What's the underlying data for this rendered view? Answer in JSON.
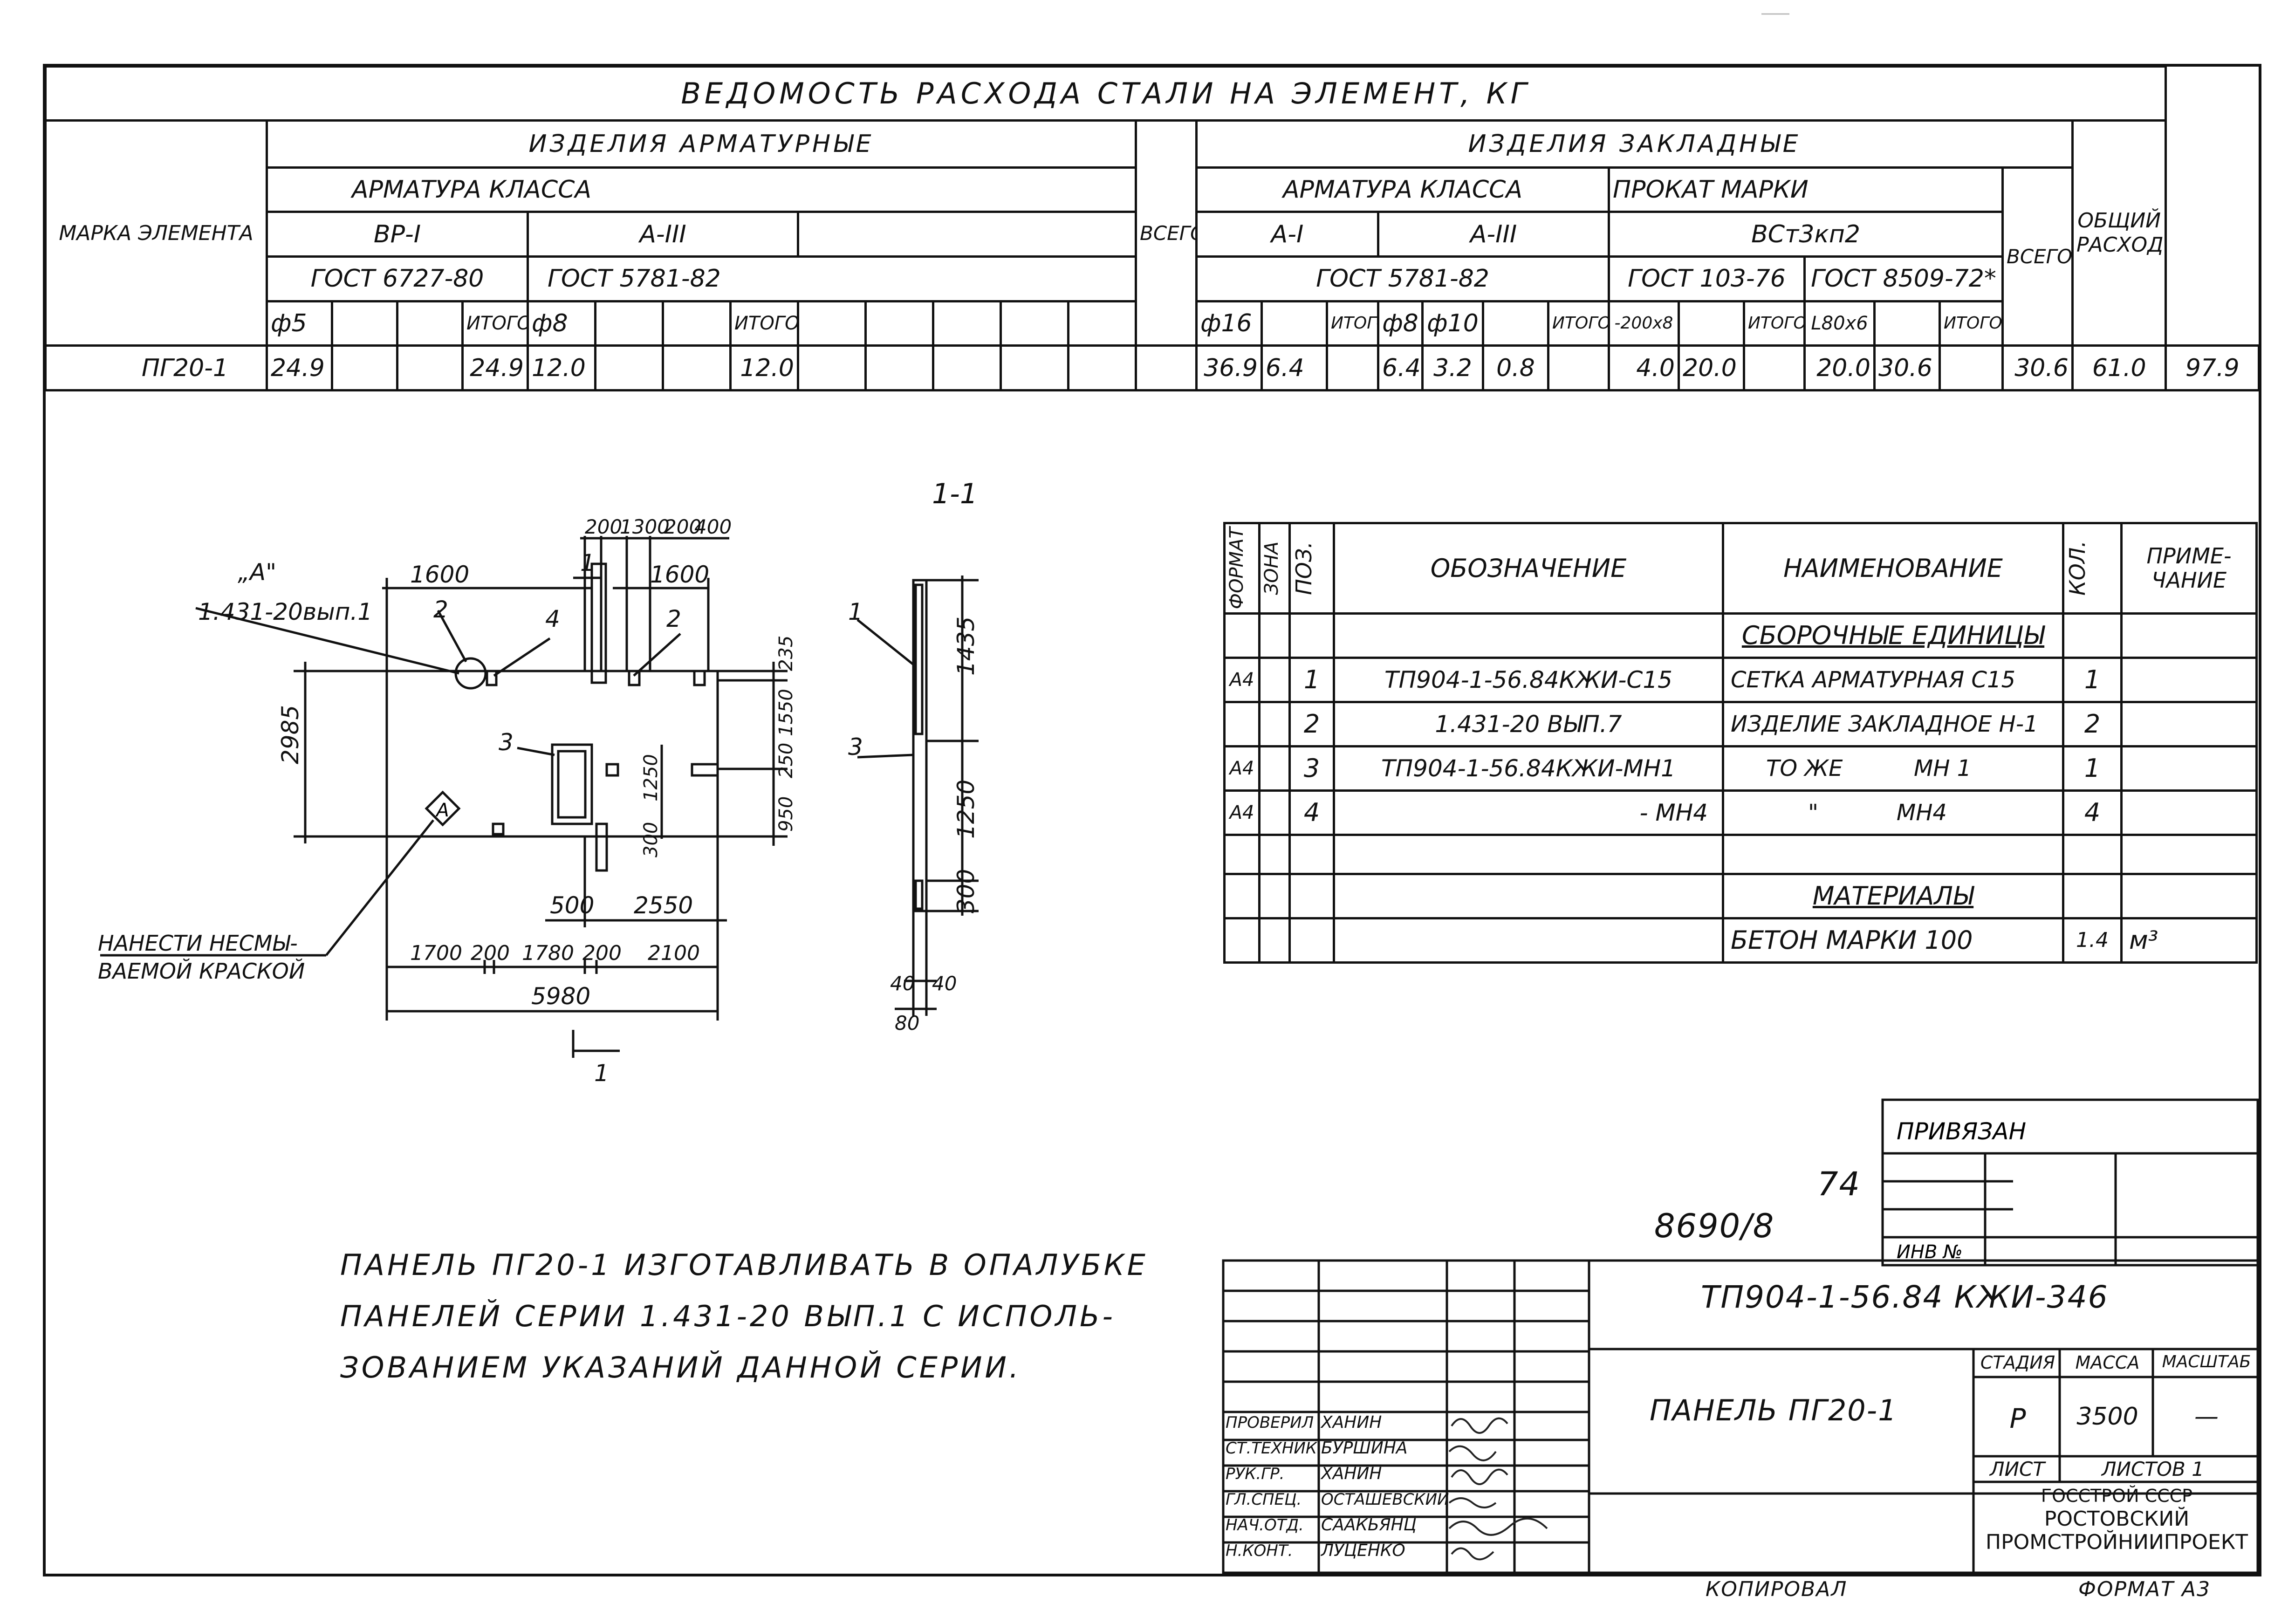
{
  "steel_table": {
    "title": "ВЕДОМОСТЬ РАСХОДА СТАЛИ НА ЭЛЕМЕНТ, КГ",
    "col_mark": "МАРКА ЭЛЕМЕНТА",
    "rebar_products": "ИЗДЕЛИЯ АРМАТУРНЫЕ",
    "embedded_products": "ИЗДЕЛИЯ ЗАКЛАДНЫЕ",
    "rebar_class": "АРМАТУРА КЛАССА",
    "rebar_class2": "АРМАТУРА КЛАССА",
    "rolled": "ПРОКАТ МАРКИ",
    "total": "ВСЕГО",
    "total2": "ВСЕГО",
    "general": "ОБЩИЙ РАСХОД",
    "bp1": "ВР-I",
    "a3": "А-III",
    "a1": "А-I",
    "a3b": "А-III",
    "vst": "ВСт3кп2",
    "gost1": "ГОСТ 6727-80",
    "gost2": "ГОСТ 5781-82",
    "gost3": "ГОСТ 5781-82",
    "gost4": "ГОСТ 103-76",
    "gost5": "ГОСТ 8509-72*",
    "h": [
      "ф5",
      "",
      "",
      "ИТОГО",
      "ф8",
      "",
      "",
      "ИТОГО",
      "",
      "",
      "",
      "",
      "",
      "",
      "",
      "ф16",
      "",
      "ИТОГО",
      "ф8",
      "ф10",
      "",
      "ИТОГО",
      "-200х8",
      "",
      "ИТОГО",
      "L80х6",
      "",
      "ИТОГО"
    ],
    "row_mark": "ПГ20-1",
    "row": [
      "24.9",
      "",
      "",
      "24.9",
      "12.0",
      "",
      "",
      "12.0",
      "",
      "",
      "",
      "",
      "",
      "",
      "36.9",
      "6.4",
      "",
      "6.4",
      "3.2",
      "0.8",
      "",
      "4.0",
      "20.0",
      "",
      "20.0",
      "30.6",
      "",
      "30.6",
      "61.0",
      "97.9"
    ]
  },
  "drawing": {
    "section_label": "1-1",
    "detail_a": "„А\"",
    "detail_ref": "1.431-20вып.1",
    "paint_note_1": "НАНЕСТИ НЕСМЫ-",
    "paint_note_2": "ВАЕМОЙ КРАСКОЙ",
    "dims_top": [
      "200",
      "1300",
      "200",
      "400"
    ],
    "dim_1600a": "1600",
    "dim_1600b": "1600",
    "dim_2985": "2985",
    "dim_235": "235",
    "dim_1550": "1550",
    "dim_250": "250",
    "dim_950": "950",
    "dim_1250": "1250",
    "dim_300": "300",
    "dim_500": "500",
    "dim_2550": "2550",
    "dims_bottom": [
      "1700",
      "200",
      "1780",
      "200",
      "2100"
    ],
    "dim_5980": "5980",
    "side_1435": "1435",
    "side_1250": "1250",
    "side_300": "300",
    "side_40a": "40",
    "side_40b": "40",
    "side_80": "80",
    "cut_mark": "1",
    "pos": [
      "1",
      "2",
      "3",
      "4"
    ],
    "marker_a": "А"
  },
  "spec": {
    "h_format": "ФОРМАТ",
    "h_zone": "ЗОНА",
    "h_pos": "ПОЗ.",
    "h_desig": "ОБОЗНАЧЕНИЕ",
    "h_name": "НАИМЕНОВАНИЕ",
    "h_qty": "КОЛ.",
    "h_note": "ПРИМЕ-ЧАНИЕ",
    "section1": "СБОРОЧНЫЕ ЕДИНИЦЫ",
    "rows": [
      {
        "f": "А4",
        "p": "1",
        "d": "ТП904-1-56.84КЖИ-С15",
        "n": "СЕТКА АРМАТУРНАЯ С15",
        "q": "1"
      },
      {
        "f": "",
        "p": "2",
        "d": "1.431-20 ВЫП.7",
        "n": "ИЗДЕЛИЕ ЗАКЛАДНОЕ Н-1",
        "q": "2"
      },
      {
        "f": "А4",
        "p": "3",
        "d": "ТП904-1-56.84КЖИ-МН1",
        "n": "ТО ЖЕ          МН 1",
        "q": "1"
      },
      {
        "f": "А4",
        "p": "4",
        "d": "- МН4",
        "n": "\"           МН4",
        "q": "4"
      }
    ],
    "section2": "МАТЕРИАЛЫ",
    "mat_name": "БЕТОН МАРКИ 100",
    "mat_qty": "1.4",
    "mat_unit": "м³"
  },
  "note": {
    "l1": "ПАНЕЛЬ ПГ20-1 ИЗГОТАВЛИВАТЬ В ОПАЛУБКЕ",
    "l2": "ПАНЕЛЕЙ СЕРИИ 1.431-20 ВЫП.1 С ИСПОЛЬ-",
    "l3": "ЗОВАНИЕМ УКАЗАНИЙ ДАННОЙ СЕРИИ."
  },
  "stamp": {
    "privyazan": "ПРИВЯЗАН",
    "inv": "ИНВ №",
    "num1": "74",
    "num2": "8690/8",
    "code": "ТП904-1-56.84 КЖИ-346",
    "code_sup": "56.84",
    "title": "ПАНЕЛЬ ПГ20-1",
    "stadia_h": "СТАДИЯ",
    "massa_h": "МАССА",
    "masshtab_h": "МАСШТАБ",
    "stadia": "Р",
    "massa": "3500",
    "masshtab": "—",
    "list": "ЛИСТ",
    "listov": "ЛИСТОВ 1",
    "org1": "ГОССТРОЙ СССР",
    "org2": "РОСТОВСКИЙ",
    "org3": "ПРОМСТРОЙНИИПРОЕКТ",
    "people": [
      {
        "role": "ПРОВЕРИЛ",
        "name": "ХАНИН"
      },
      {
        "role": "СТ.ТЕХНИК",
        "name": "БУРШИНА"
      },
      {
        "role": "РУК.ГР.",
        "name": "ХАНИН"
      },
      {
        "role": "ГЛ.СПЕЦ.",
        "name": "ОСТАШЕВСКИЙ"
      },
      {
        "role": "НАЧ.ОТД.",
        "name": "СААКЬЯНЦ"
      },
      {
        "role": "Н.КОНТ.",
        "name": "ЛУЦЕНКО"
      }
    ],
    "copied": "КОПИРОВАЛ",
    "format": "ФОРМАТ А3"
  }
}
